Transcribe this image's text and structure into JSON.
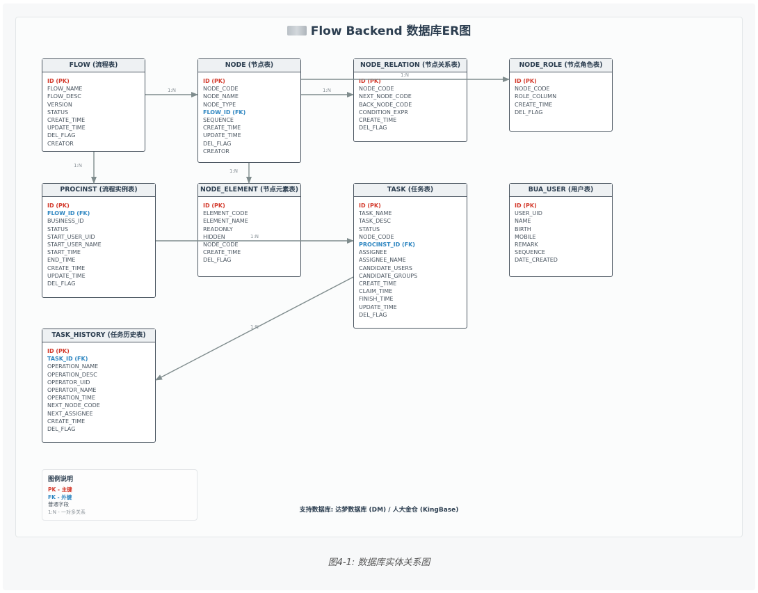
{
  "title": "Flow Backend 数据库ER图",
  "entities": [
    {
      "title": "FLOW (流程表)",
      "fields": [
        {
          "text": "ID (PK)",
          "kind": "pk"
        },
        {
          "text": "FLOW_NAME"
        },
        {
          "text": "FLOW_DESC"
        },
        {
          "text": "VERSION"
        },
        {
          "text": "STATUS"
        },
        {
          "text": "CREATE_TIME"
        },
        {
          "text": "UPDATE_TIME"
        },
        {
          "text": "DEL_FLAG"
        },
        {
          "text": "CREATOR"
        }
      ]
    },
    {
      "title": "NODE (节点表)",
      "fields": [
        {
          "text": "ID (PK)",
          "kind": "pk"
        },
        {
          "text": "NODE_CODE"
        },
        {
          "text": "NODE_NAME"
        },
        {
          "text": "NODE_TYPE"
        },
        {
          "text": "FLOW_ID (FK)",
          "kind": "fk"
        },
        {
          "text": "SEQUENCE"
        },
        {
          "text": "CREATE_TIME"
        },
        {
          "text": "UPDATE_TIME"
        },
        {
          "text": "DEL_FLAG"
        },
        {
          "text": "CREATOR"
        }
      ]
    },
    {
      "title": "NODE_RELATION (节点关系表)",
      "fields": [
        {
          "text": "ID (PK)",
          "kind": "pk"
        },
        {
          "text": "NODE_CODE"
        },
        {
          "text": "NEXT_NODE_CODE"
        },
        {
          "text": "BACK_NODE_CODE"
        },
        {
          "text": "CONDITION_EXPR"
        },
        {
          "text": "CREATE_TIME"
        },
        {
          "text": "DEL_FLAG"
        }
      ]
    },
    {
      "title": "NODE_ROLE (节点角色表)",
      "fields": [
        {
          "text": "ID (PK)",
          "kind": "pk"
        },
        {
          "text": "NODE_CODE"
        },
        {
          "text": "ROLE_COLUMN"
        },
        {
          "text": "CREATE_TIME"
        },
        {
          "text": "DEL_FLAG"
        }
      ]
    },
    {
      "title": "PROCINST (流程实例表)",
      "fields": [
        {
          "text": "ID (PK)",
          "kind": "pk"
        },
        {
          "text": "FLOW_ID (FK)",
          "kind": "fk"
        },
        {
          "text": "BUSINESS_ID"
        },
        {
          "text": "STATUS"
        },
        {
          "text": "START_USER_UID"
        },
        {
          "text": "START_USER_NAME"
        },
        {
          "text": "START_TIME"
        },
        {
          "text": "END_TIME"
        },
        {
          "text": "CREATE_TIME"
        },
        {
          "text": "UPDATE_TIME"
        },
        {
          "text": "DEL_FLAG"
        }
      ]
    },
    {
      "title": "NODE_ELEMENT (节点元素表)",
      "fields": [
        {
          "text": "ID (PK)",
          "kind": "pk"
        },
        {
          "text": "ELEMENT_CODE"
        },
        {
          "text": "ELEMENT_NAME"
        },
        {
          "text": "READONLY"
        },
        {
          "text": "HIDDEN"
        },
        {
          "text": "NODE_CODE"
        },
        {
          "text": "CREATE_TIME"
        },
        {
          "text": "DEL_FLAG"
        }
      ]
    },
    {
      "title": "TASK (任务表)",
      "fields": [
        {
          "text": "ID (PK)",
          "kind": "pk"
        },
        {
          "text": "TASK_NAME"
        },
        {
          "text": "TASK_DESC"
        },
        {
          "text": "STATUS"
        },
        {
          "text": "NODE_CODE"
        },
        {
          "text": "PROCINST_ID (FK)",
          "kind": "fk"
        },
        {
          "text": "ASSIGNEE"
        },
        {
          "text": "ASSIGNEE_NAME"
        },
        {
          "text": "CANDIDATE_USERS"
        },
        {
          "text": "CANDIDATE_GROUPS"
        },
        {
          "text": "CREATE_TIME"
        },
        {
          "text": "CLAIM_TIME"
        },
        {
          "text": "FINISH_TIME"
        },
        {
          "text": "UPDATE_TIME"
        },
        {
          "text": "DEL_FLAG"
        }
      ]
    },
    {
      "title": "BUA_USER (用户表)",
      "fields": [
        {
          "text": "ID (PK)",
          "kind": "pk"
        },
        {
          "text": "USER_UID"
        },
        {
          "text": "NAME"
        },
        {
          "text": "BIRTH"
        },
        {
          "text": "MOBILE"
        },
        {
          "text": "REMARK"
        },
        {
          "text": "SEQUENCE"
        },
        {
          "text": "DATE_CREATED"
        }
      ]
    },
    {
      "title": "TASK_HISTORY (任务历史表)",
      "fields": [
        {
          "text": "ID (PK)",
          "kind": "pk"
        },
        {
          "text": "TASK_ID (FK)",
          "kind": "fk"
        },
        {
          "text": "OPERATION_NAME"
        },
        {
          "text": "OPERATION_DESC"
        },
        {
          "text": "OPERATOR_UID"
        },
        {
          "text": "OPERATOR_NAME"
        },
        {
          "text": "OPERATION_TIME"
        },
        {
          "text": "NEXT_NODE_CODE"
        },
        {
          "text": "NEXT_ASSIGNEE"
        },
        {
          "text": "CREATE_TIME"
        },
        {
          "text": "DEL_FLAG"
        }
      ]
    }
  ],
  "relations": [
    {
      "label": "1:N"
    },
    {
      "label": "1:N"
    },
    {
      "label": "1:N"
    },
    {
      "label": "1:N"
    },
    {
      "label": "1:N"
    },
    {
      "label": "1:N"
    },
    {
      "label": "1:N"
    }
  ],
  "legend": {
    "title": "图例说明",
    "pk": "PK - 主键",
    "fk": "FK - 外键",
    "normal": "普通字段",
    "relation": "1:N - 一对多关系"
  },
  "db_note": "支持数据库: 达梦数据库 (DM) / 人大金仓 (KingBase)",
  "caption": "图4-1: 数据库实体关系图"
}
